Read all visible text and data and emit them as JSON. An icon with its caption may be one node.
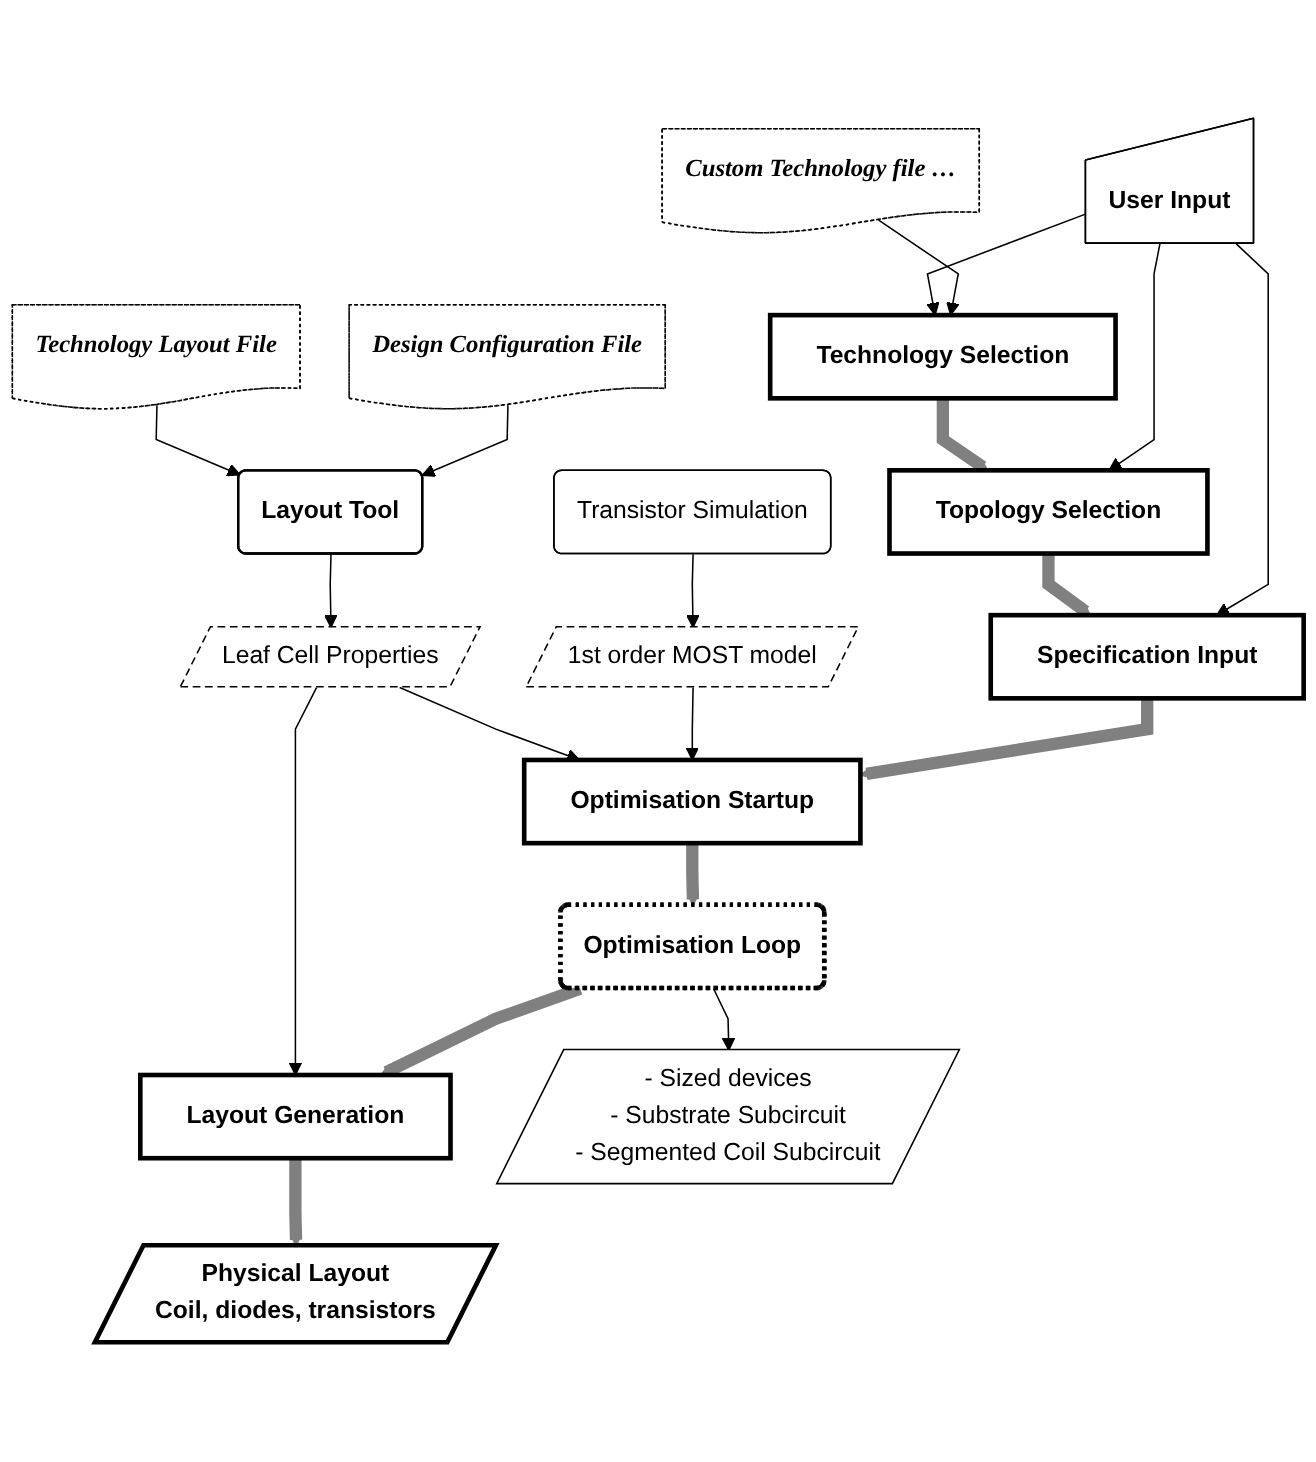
{
  "diagram": {
    "nodes": [
      {
        "text": [
          "Technology Selection"
        ]
      },
      {
        "text": [
          "Custom Technology file …"
        ]
      },
      {
        "text": [
          "User Input"
        ]
      },
      {
        "text": [
          "Topology Selection"
        ]
      },
      {
        "text": [
          "Design Configuration File"
        ]
      },
      {
        "text": [
          "Technology Layout File"
        ]
      },
      {
        "text": [
          "Layout Tool"
        ]
      },
      {
        "text": [
          "Specification Input"
        ]
      },
      {
        "text": [
          "Transistor Simulation"
        ]
      },
      {
        "text": [
          "1st order MOST model"
        ]
      },
      {
        "text": [
          "Optimisation Startup"
        ]
      },
      {
        "text": [
          "Leaf Cell Properties"
        ]
      },
      {
        "text": [
          "Optimisation Loop"
        ]
      },
      {
        "text": [
          "Layout Generation"
        ]
      },
      {
        "text": [
          "- Sized devices",
          "- Substrate Subcircuit",
          "- Segmented Coil Subcircuit"
        ]
      },
      {
        "text": [
          "Physical Layout",
          "Coil, diodes, transistors"
        ]
      }
    ],
    "edges": [
      {
        "from": 1,
        "to": 0,
        "arrow": "to"
      },
      {
        "from": 2,
        "to": 0,
        "arrow": "to"
      },
      {
        "from": 2,
        "to": 3,
        "arrow": "to"
      },
      {
        "from": 2,
        "to": 7,
        "arrow": "to"
      },
      {
        "from": 0,
        "to": 3,
        "arrow": "to",
        "style": "thick",
        "color": "#808080"
      },
      {
        "from": 3,
        "to": 7,
        "arrow": "to",
        "style": "thick",
        "color": "#808080"
      },
      {
        "from": 4,
        "to": 6,
        "arrow": "to"
      },
      {
        "from": 5,
        "to": 6,
        "arrow": "to"
      },
      {
        "from": 8,
        "to": 9,
        "arrow": "to"
      },
      {
        "from": 7,
        "to": 10,
        "arrow": "to",
        "style": "thick",
        "color": "#808080"
      },
      {
        "from": 9,
        "to": 10,
        "arrow": "to"
      },
      {
        "from": 6,
        "to": 11,
        "arrow": "to"
      },
      {
        "from": 11,
        "to": 10,
        "arrow": "to"
      },
      {
        "from": 10,
        "to": 12,
        "arrow": "to",
        "style": "thick",
        "color": "#808080"
      },
      {
        "from": 12,
        "to": 13,
        "arrow": "to",
        "style": "thick",
        "color": "#808080"
      },
      {
        "from": 11,
        "to": 13,
        "arrow": "to"
      },
      {
        "from": 12,
        "to": 14,
        "arrow": "to"
      },
      {
        "from": 13,
        "to": 15,
        "arrow": "to",
        "style": "thick",
        "color": "#808080"
      }
    ]
  }
}
